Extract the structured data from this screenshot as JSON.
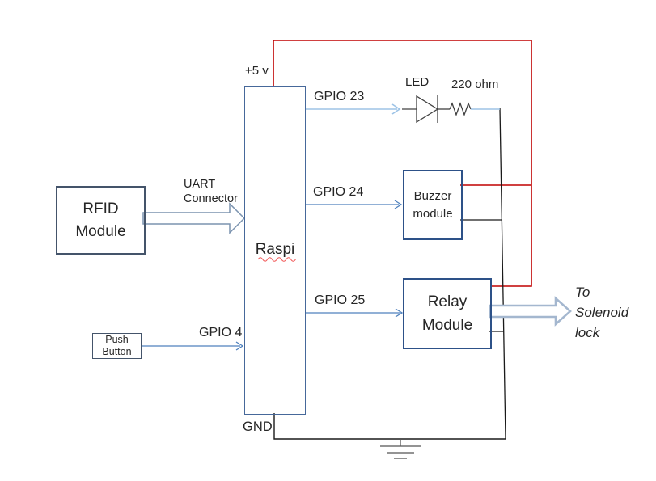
{
  "diagram": {
    "nodes": {
      "raspi": {
        "label": "Raspi"
      },
      "rfid": {
        "line1": "RFID",
        "line2": "Module"
      },
      "buzzer": {
        "line1": "Buzzer",
        "line2": "module"
      },
      "relay": {
        "line1": "Relay",
        "line2": "Module"
      },
      "push_button": {
        "line1": "Push",
        "line2": "Button"
      }
    },
    "labels": {
      "power": "+5 v",
      "ground": "GND",
      "gpio23": "GPIO 23",
      "gpio24": "GPIO 24",
      "gpio25": "GPIO 25",
      "gpio4": "GPIO 4",
      "uart_line1": "UART",
      "uart_line2": "Connector",
      "led": "LED",
      "resistor": "220 ohm",
      "solenoid_line1": "To",
      "solenoid_line2": "Solenoid",
      "solenoid_line3": "lock"
    },
    "colors": {
      "power_wire": "#c00000",
      "ground_wire": "#1a1a1a",
      "gpio23_arrow": "#9dc3e6",
      "gpio_arrow": "#4f81bd",
      "module_border": "#2d5188",
      "raspi_border": "#46689a",
      "rfid_border": "#44546a",
      "uart_block_arrow": "#7b93af",
      "solenoid_block_arrow": "#a4b7cf",
      "spellcheck_underline": "#f25b5b",
      "component_symbol": "#404040"
    }
  }
}
